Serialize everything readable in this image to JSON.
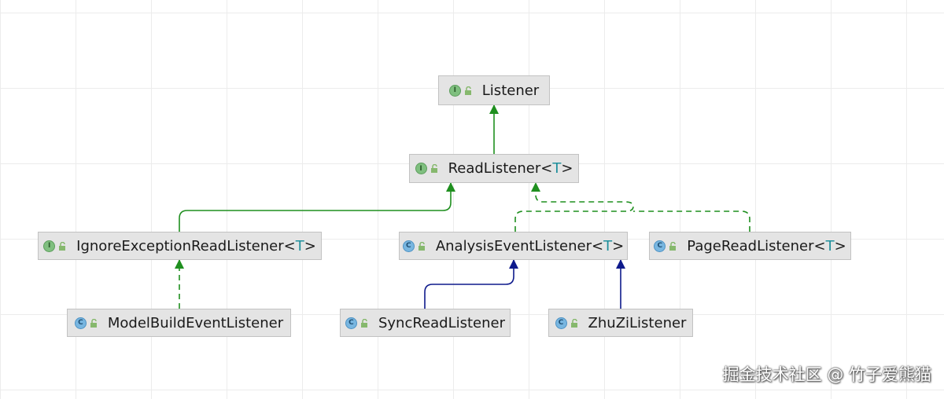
{
  "diagram": {
    "nodes": [
      {
        "id": "listener",
        "kind": "interface",
        "name": "Listener",
        "type_param": ""
      },
      {
        "id": "read",
        "kind": "interface",
        "name": "ReadListener",
        "type_param": "T"
      },
      {
        "id": "ignore",
        "kind": "interface",
        "name": "IgnoreExceptionReadListener",
        "type_param": "T"
      },
      {
        "id": "analysis",
        "kind": "class",
        "name": "AnalysisEventListener",
        "type_param": "T"
      },
      {
        "id": "page",
        "kind": "class",
        "name": "PageReadListener",
        "type_param": "T"
      },
      {
        "id": "model",
        "kind": "class",
        "name": "ModelBuildEventListener",
        "type_param": ""
      },
      {
        "id": "sync",
        "kind": "class",
        "name": "SyncReadListener",
        "type_param": ""
      },
      {
        "id": "zhuzi",
        "kind": "class",
        "name": "ZhuZiListener",
        "type_param": ""
      }
    ],
    "edges": [
      {
        "from": "read",
        "to": "listener",
        "relation": "extends"
      },
      {
        "from": "ignore",
        "to": "read",
        "relation": "extends"
      },
      {
        "from": "analysis",
        "to": "read",
        "relation": "implements"
      },
      {
        "from": "page",
        "to": "read",
        "relation": "implements"
      },
      {
        "from": "model",
        "to": "ignore",
        "relation": "implements"
      },
      {
        "from": "sync",
        "to": "analysis",
        "relation": "extends-class"
      },
      {
        "from": "zhuzi",
        "to": "analysis",
        "relation": "extends-class"
      }
    ],
    "badges": {
      "interface": "I",
      "class": "C"
    },
    "icons": {
      "interface": "interface-icon",
      "class": "class-icon",
      "visibility": "unlock-icon"
    },
    "colors": {
      "interface_edge": "#1f8f1f",
      "class_edge": "#0e1a8c",
      "type_param": "#1f8f9c",
      "node_fill": "#e4e4e4",
      "node_border": "#c2c2c2"
    }
  },
  "watermark": "掘金技术社区 @ 竹子爱熊猫"
}
